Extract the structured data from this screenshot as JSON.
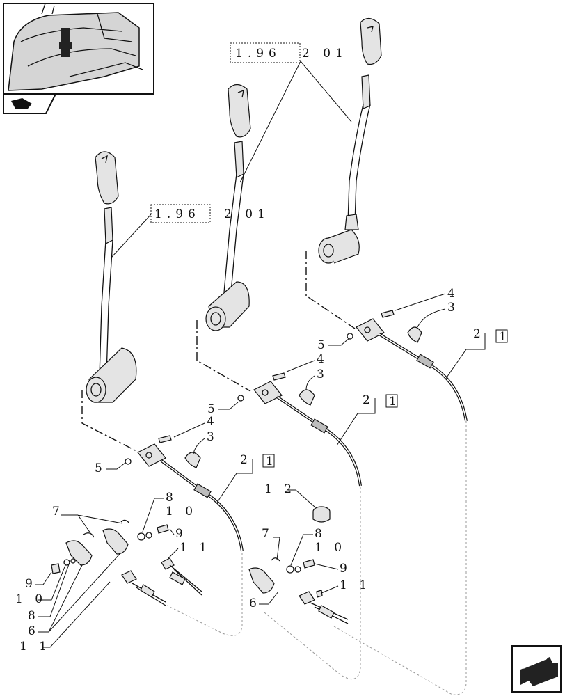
{
  "references": {
    "ref_a_text": "1.96.2 01",
    "ref_a_box": "1.96",
    "ref_a_rest": "2 01",
    "ref_b_box": "1.96",
    "ref_b_rest": "2 01"
  },
  "callouts": {
    "c1": "1",
    "c2": "2",
    "c3": "3",
    "c4": "4",
    "c5": "5",
    "c6": "6",
    "c7": "7",
    "c8": "8",
    "c9": "9",
    "c10": "1 0",
    "c11": "1 1",
    "c12": "1 2"
  },
  "icons": {
    "thumbnail": "tractor-cab-thumbnail-icon",
    "section": "section-arrow-icon",
    "nav": "next-page-arrow-icon"
  }
}
